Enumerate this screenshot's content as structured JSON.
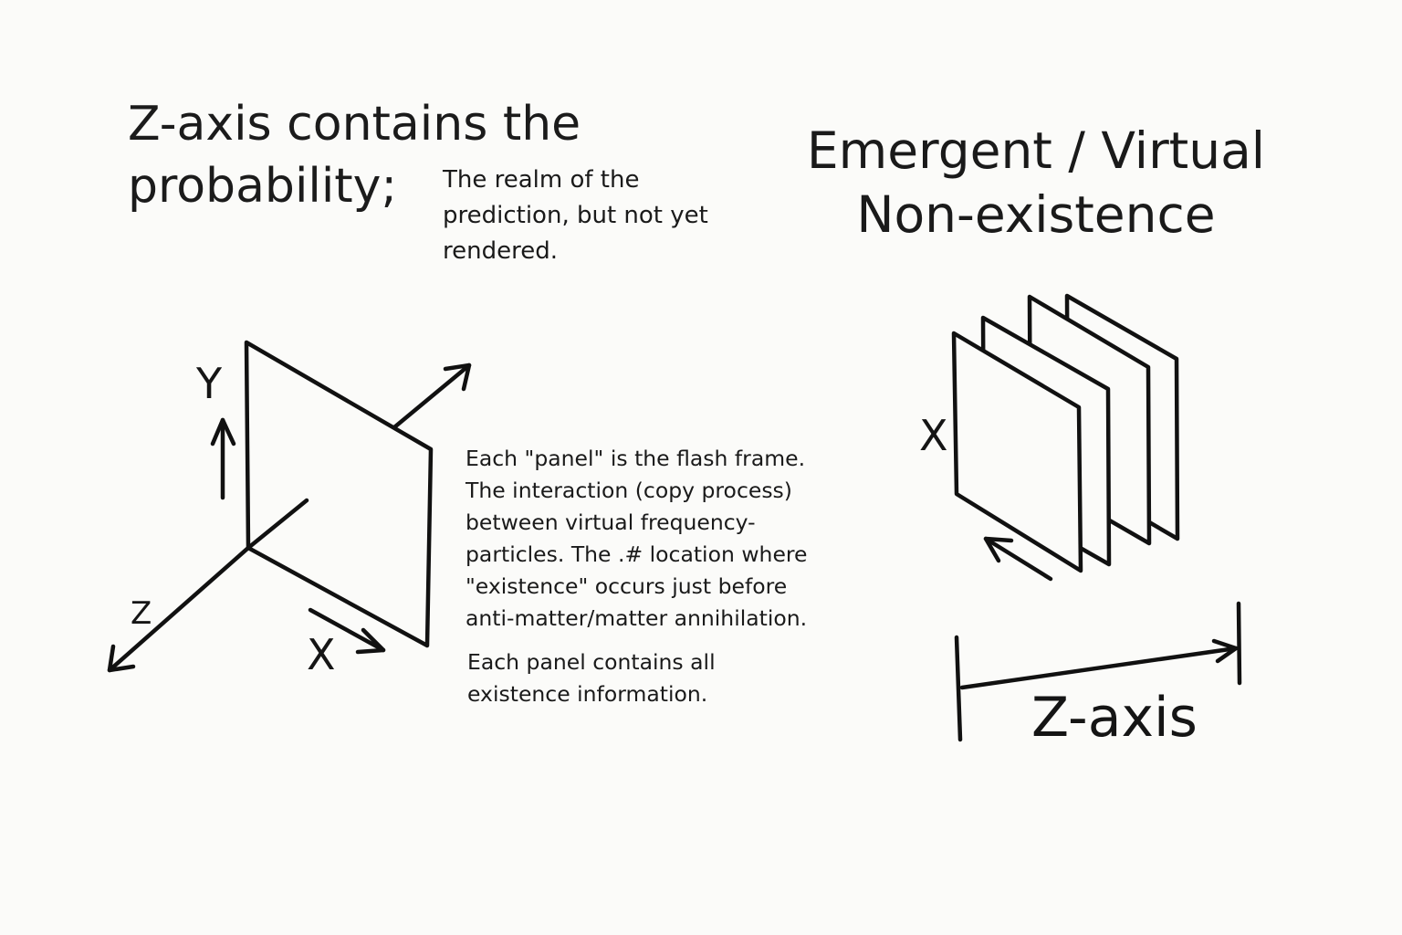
{
  "left": {
    "title": "Z-axis contains the\nprobability;",
    "subnote": "The realm of the\nprediction, but not yet\nrendered.",
    "axis_labels": {
      "y": "Y",
      "z": "Z",
      "x": "X"
    },
    "description": "Each \"panel\" is the flash frame.\nThe interaction (copy process)\nbetween virtual frequency-\nparticles. The .# location where\n\"existence\" occurs just before\nanti-matter/matter annihilation.",
    "description2": "Each panel contains all\nexistence information."
  },
  "right": {
    "title": "Emergent / Virtual\nNon-existence",
    "x_label": "X",
    "z_label": "Z-axis",
    "panel_count": 4
  }
}
